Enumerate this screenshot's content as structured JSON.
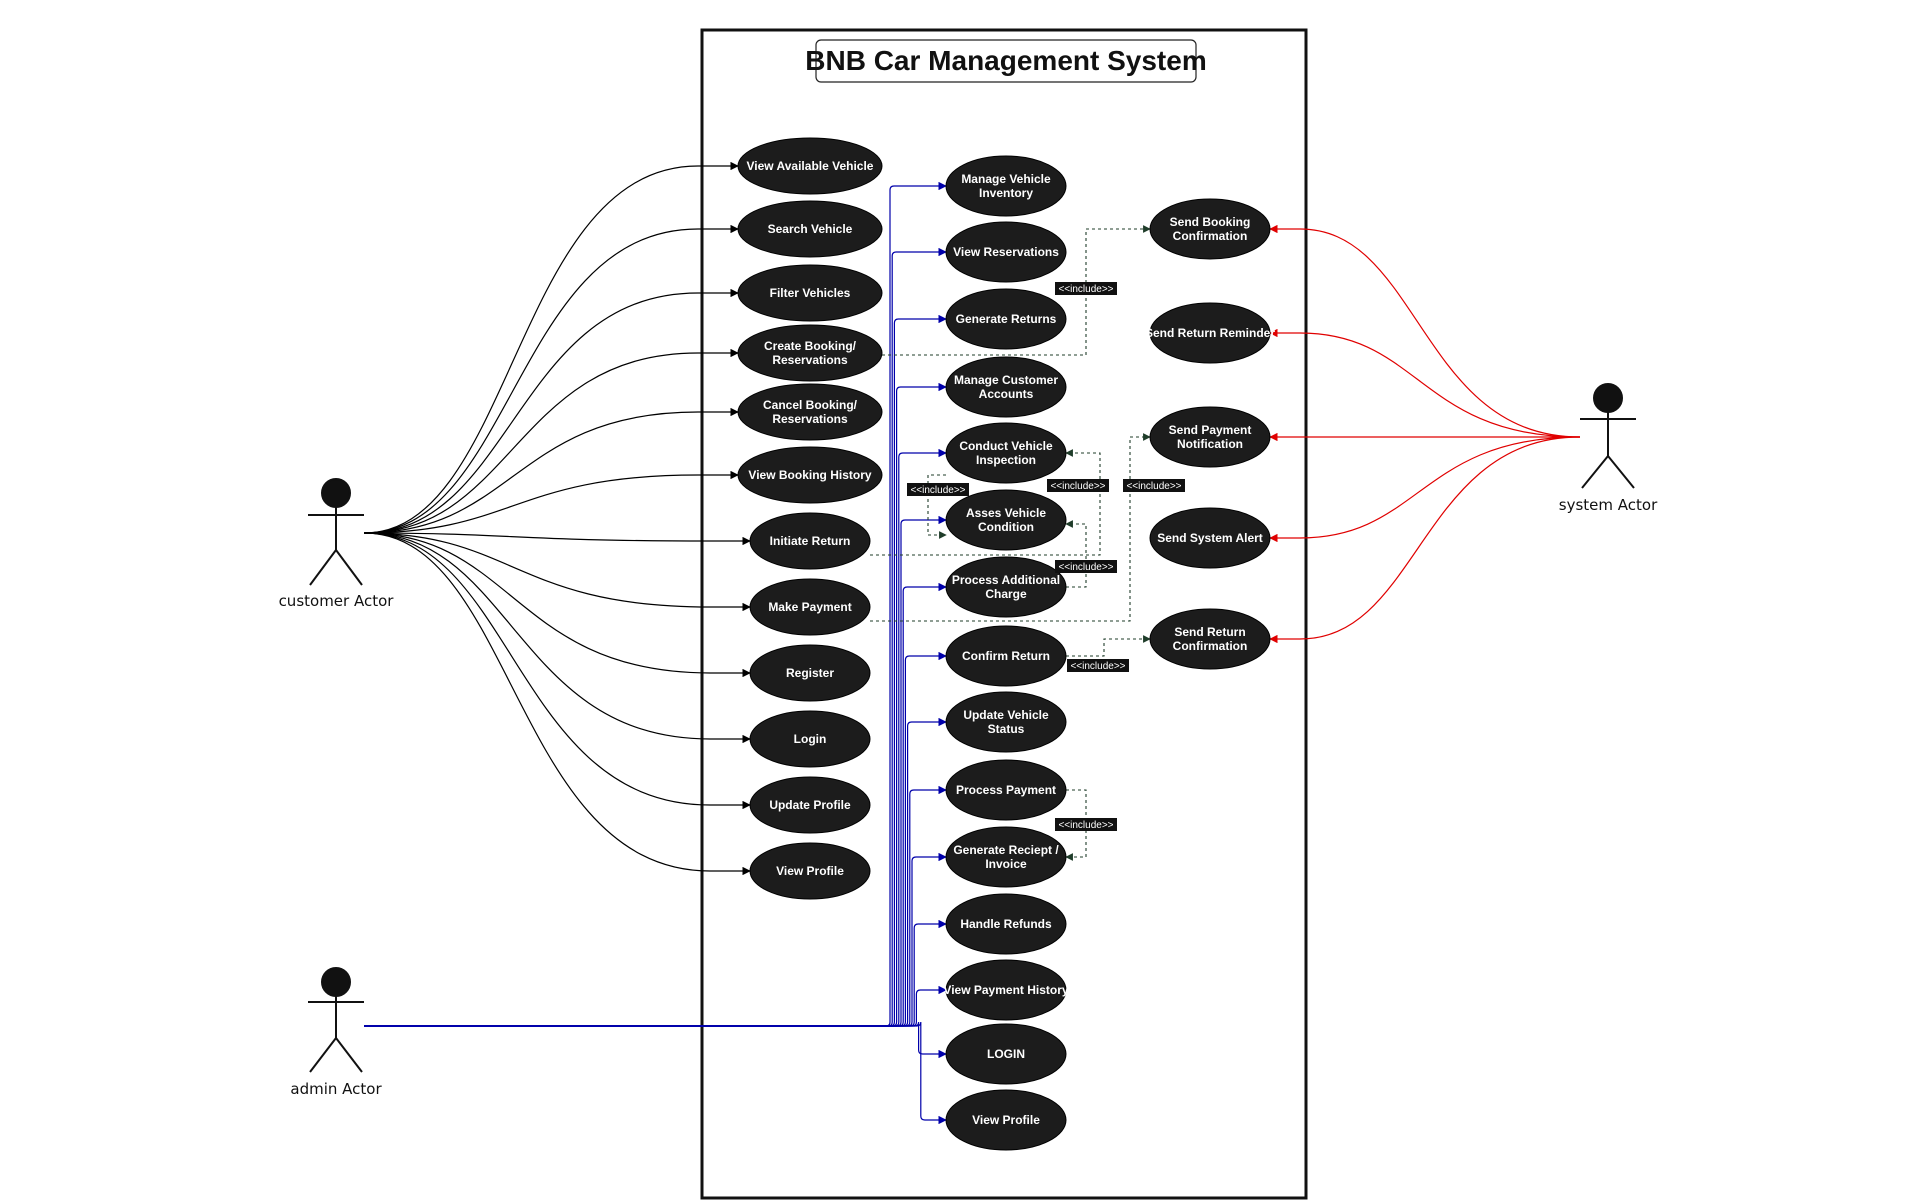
{
  "title": "BNB Car Management System",
  "colors": {
    "usecase_fill": "#1c1c1c",
    "customer_edge": "#000000",
    "admin_edge": "#0000aa",
    "system_edge": "#e00000",
    "include_edge": "#1f3d2a"
  },
  "actors": {
    "customer": "customer Actor",
    "admin": "admin Actor",
    "system": "system Actor"
  },
  "use_cases": {
    "customer": [
      {
        "id": "c1",
        "label": "View Available Vehicle"
      },
      {
        "id": "c2",
        "label": "Search Vehicle"
      },
      {
        "id": "c3",
        "label": "Filter Vehicles"
      },
      {
        "id": "c4",
        "label": "Create Booking/ Reservations"
      },
      {
        "id": "c5",
        "label": "Cancel Booking/ Reservations"
      },
      {
        "id": "c6",
        "label": "View Booking History"
      },
      {
        "id": "c7",
        "label": "Initiate Return"
      },
      {
        "id": "c8",
        "label": "Make Payment"
      },
      {
        "id": "c9",
        "label": "Register"
      },
      {
        "id": "c10",
        "label": "Login"
      },
      {
        "id": "c11",
        "label": "Update Profile"
      },
      {
        "id": "c12",
        "label": "View Profile"
      }
    ],
    "admin": [
      {
        "id": "a1",
        "label": "Manage Vehicle Inventory"
      },
      {
        "id": "a2",
        "label": "View Reservations"
      },
      {
        "id": "a3",
        "label": "Generate Returns"
      },
      {
        "id": "a4",
        "label": "Manage Customer Accounts"
      },
      {
        "id": "a5",
        "label": "Conduct Vehicle Inspection"
      },
      {
        "id": "a6",
        "label": "Asses Vehicle Condition"
      },
      {
        "id": "a7",
        "label": "Process Additional Charge"
      },
      {
        "id": "a8",
        "label": "Confirm Return"
      },
      {
        "id": "a9",
        "label": "Update Vehicle Status"
      },
      {
        "id": "a10",
        "label": "Process Payment"
      },
      {
        "id": "a11",
        "label": "Generate Reciept / Invoice"
      },
      {
        "id": "a12",
        "label": "Handle Refunds"
      },
      {
        "id": "a13",
        "label": "View Payment History"
      },
      {
        "id": "a14",
        "label": "LOGIN"
      },
      {
        "id": "a15",
        "label": "View Profile"
      }
    ],
    "system": [
      {
        "id": "s1",
        "label": "Send Booking Confirmation"
      },
      {
        "id": "s2",
        "label": "Send Return Reminder"
      },
      {
        "id": "s3",
        "label": "Send Payment Notification"
      },
      {
        "id": "s4",
        "label": "Send System Alert"
      },
      {
        "id": "s5",
        "label": "Send Return Confirmation"
      }
    ]
  },
  "include_label": "<<include>>",
  "includes": [
    {
      "from": "c4",
      "to": "s1"
    },
    {
      "from": "c7",
      "to": "a5"
    },
    {
      "from": "a5",
      "to": "a6"
    },
    {
      "from": "a7",
      "to": "a6"
    },
    {
      "from": "c8",
      "to": "s3"
    },
    {
      "from": "a8",
      "to": "s5"
    },
    {
      "from": "a10",
      "to": "a11"
    }
  ]
}
